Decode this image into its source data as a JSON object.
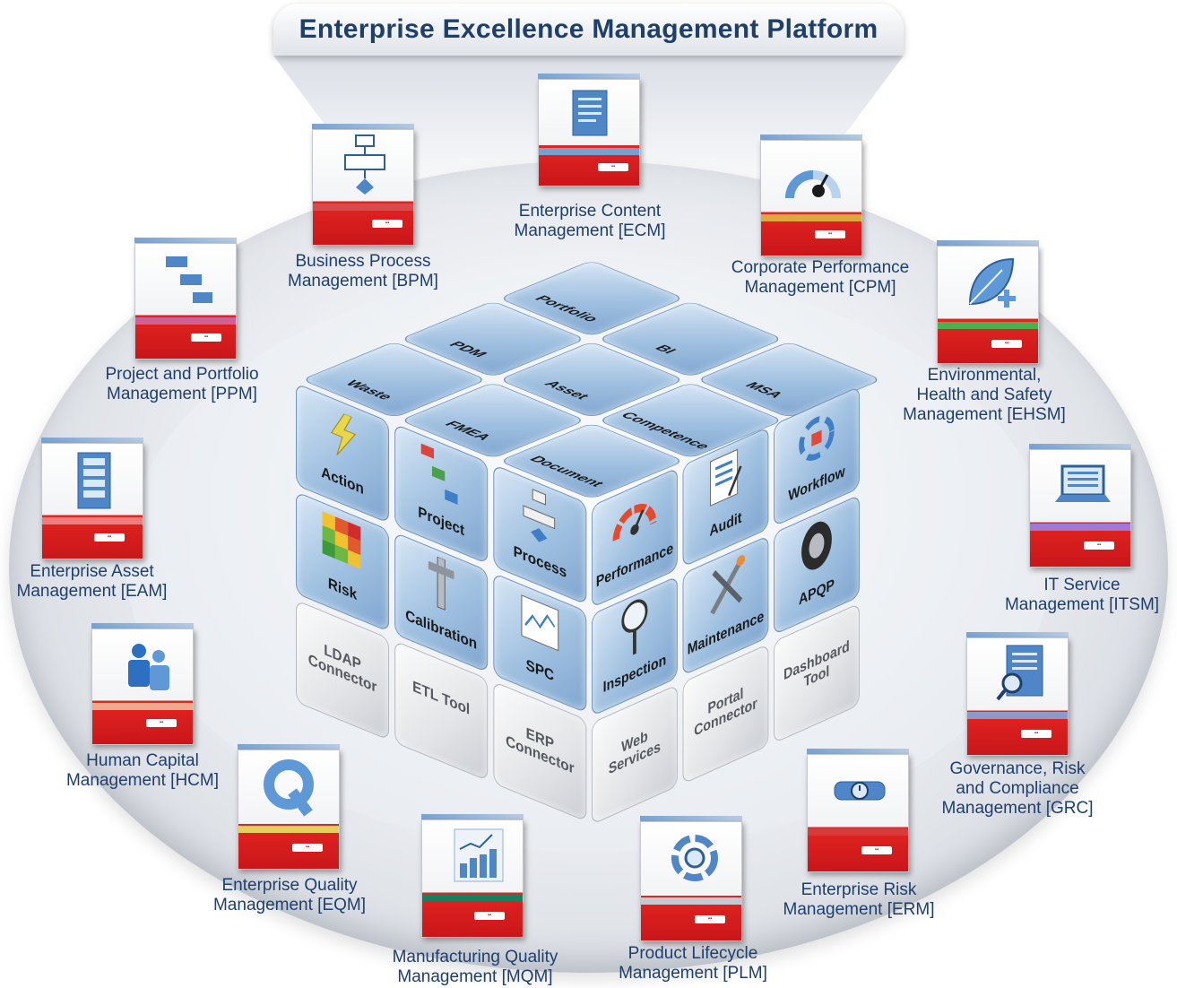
{
  "title": "Enterprise Excellence Management Platform",
  "modules": {
    "ecm": [
      "Enterprise Content",
      "Management [ECM]"
    ],
    "bpm": [
      "Business Process",
      "Management [BPM]"
    ],
    "cpm": [
      "Corporate Performance",
      "Management [CPM]"
    ],
    "ppm": [
      "Project and Portfolio",
      "Management [PPM]"
    ],
    "ehsm": [
      "Environmental,",
      "Health and Safety",
      "Management [EHSM]"
    ],
    "eam": [
      "Enterprise Asset",
      "Management [EAM]"
    ],
    "itsm": [
      "IT Service",
      "Management [ITSM]"
    ],
    "hcm": [
      "Human Capital",
      "Management [HCM]"
    ],
    "grc": [
      "Governance, Risk",
      "and Compliance",
      "Management [GRC]"
    ],
    "eqm": [
      "Enterprise Quality",
      "Management [EQM]"
    ],
    "erm": [
      "Enterprise Risk",
      "Management [ERM]"
    ],
    "mqm": [
      "Manufacturing Quality",
      "Management [MQM]"
    ],
    "plm": [
      "Product Lifecycle",
      "Management [PLM]"
    ]
  },
  "cube": {
    "top": [
      "Portfolio",
      "PDM",
      "BI",
      "Waste",
      "Asset",
      "MSA",
      "FMEA",
      "Competence",
      "Document"
    ],
    "left": [
      "Action",
      "Project",
      "Process",
      "Risk",
      "Calibration",
      "SPC",
      "LDAP Connector",
      "ETL Tool",
      "ERP Connector"
    ],
    "right": [
      "Performance",
      "Audit",
      "Workflow",
      "Inspection",
      "Maintenance",
      "APQP",
      "Web Services",
      "Portal Connector",
      "Dashboard Tool"
    ]
  },
  "colors": {
    "title": "#1f3f6b",
    "label": "#1e3f6e",
    "box_red": "#e32420",
    "tile_blue": "#9fc0e0",
    "tile_grey": "#e2e4e7"
  }
}
